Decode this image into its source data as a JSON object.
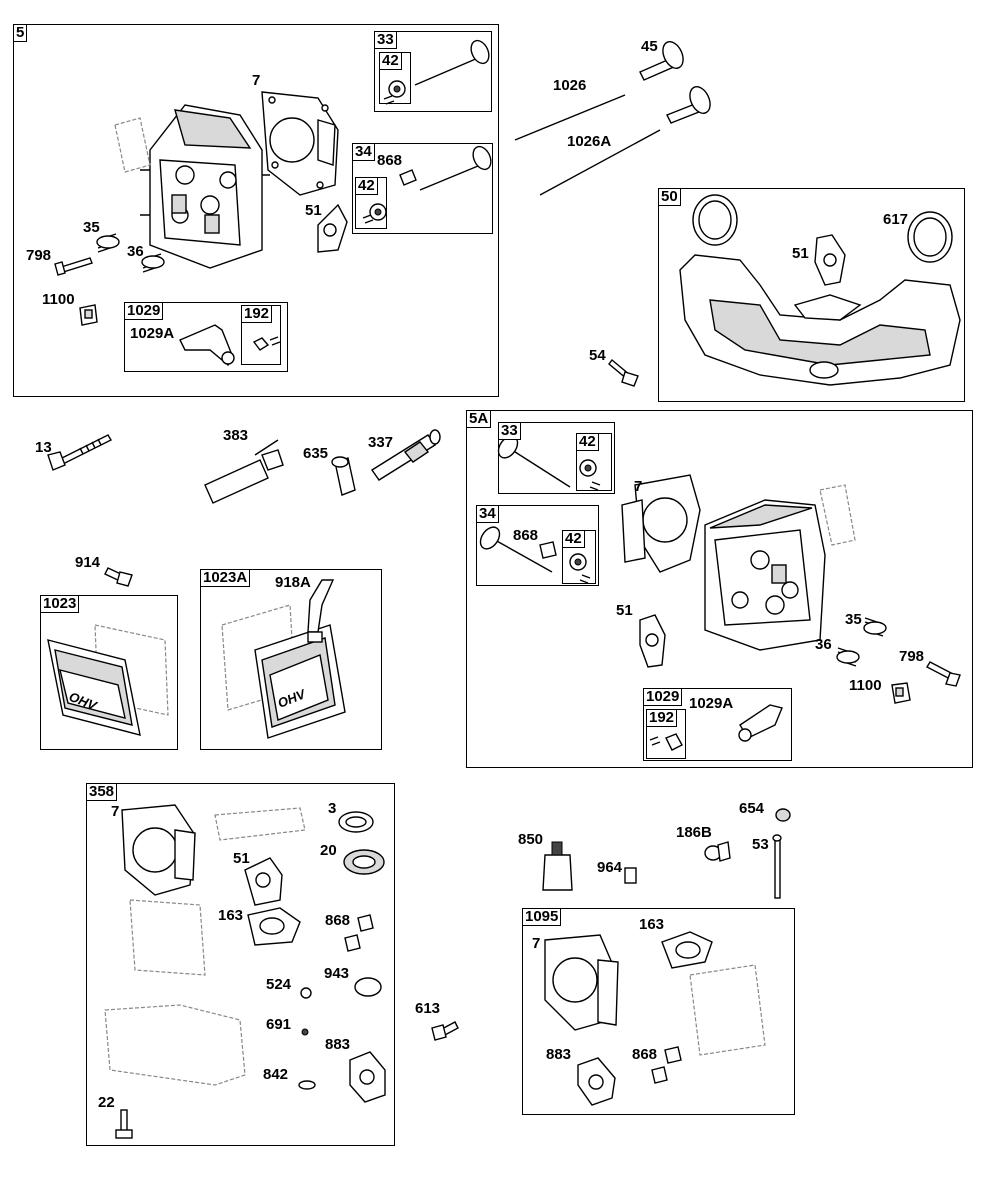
{
  "boxes": {
    "b5": "5",
    "b33a": "33",
    "b42a": "42",
    "b34a": "34",
    "b42b": "42",
    "b1029a": "1029",
    "b192a": "192",
    "b50": "50",
    "b5a": "5A",
    "b33b": "33",
    "b42c": "42",
    "b34b": "34",
    "b42d": "42",
    "b1029b": "1029",
    "b192b": "192",
    "b1023": "1023",
    "b1023a": "1023A",
    "b358": "358",
    "b1095": "1095"
  },
  "labels": {
    "l7a": "7",
    "l45": "45",
    "l1026": "1026",
    "l1026a": "1026A",
    "l868a": "868",
    "l51a": "51",
    "l35a": "35",
    "l798a": "798",
    "l36a": "36",
    "l1100a": "1100",
    "l1029aa": "1029A",
    "l51b": "51",
    "l617": "617",
    "l54": "54",
    "l13": "13",
    "l383": "383",
    "l635": "635",
    "l337": "337",
    "l914": "914",
    "l918a": "918A",
    "l7b": "7",
    "l868b": "868",
    "l51c": "51",
    "l35b": "35",
    "l36b": "36",
    "l798b": "798",
    "l1100b": "1100",
    "l1029ab": "1029A",
    "l7c": "7",
    "l3": "3",
    "l20": "20",
    "l51d": "51",
    "l163a": "163",
    "l868c": "868",
    "l524": "524",
    "l943": "943",
    "l691": "691",
    "l883a": "883",
    "l842": "842",
    "l22": "22",
    "l613": "613",
    "l654": "654",
    "l850": "850",
    "l186b": "186B",
    "l53": "53",
    "l964": "964",
    "l7d": "7",
    "l163b": "163",
    "l883b": "883",
    "l868d": "868"
  },
  "cover_logo_text": "OHV"
}
